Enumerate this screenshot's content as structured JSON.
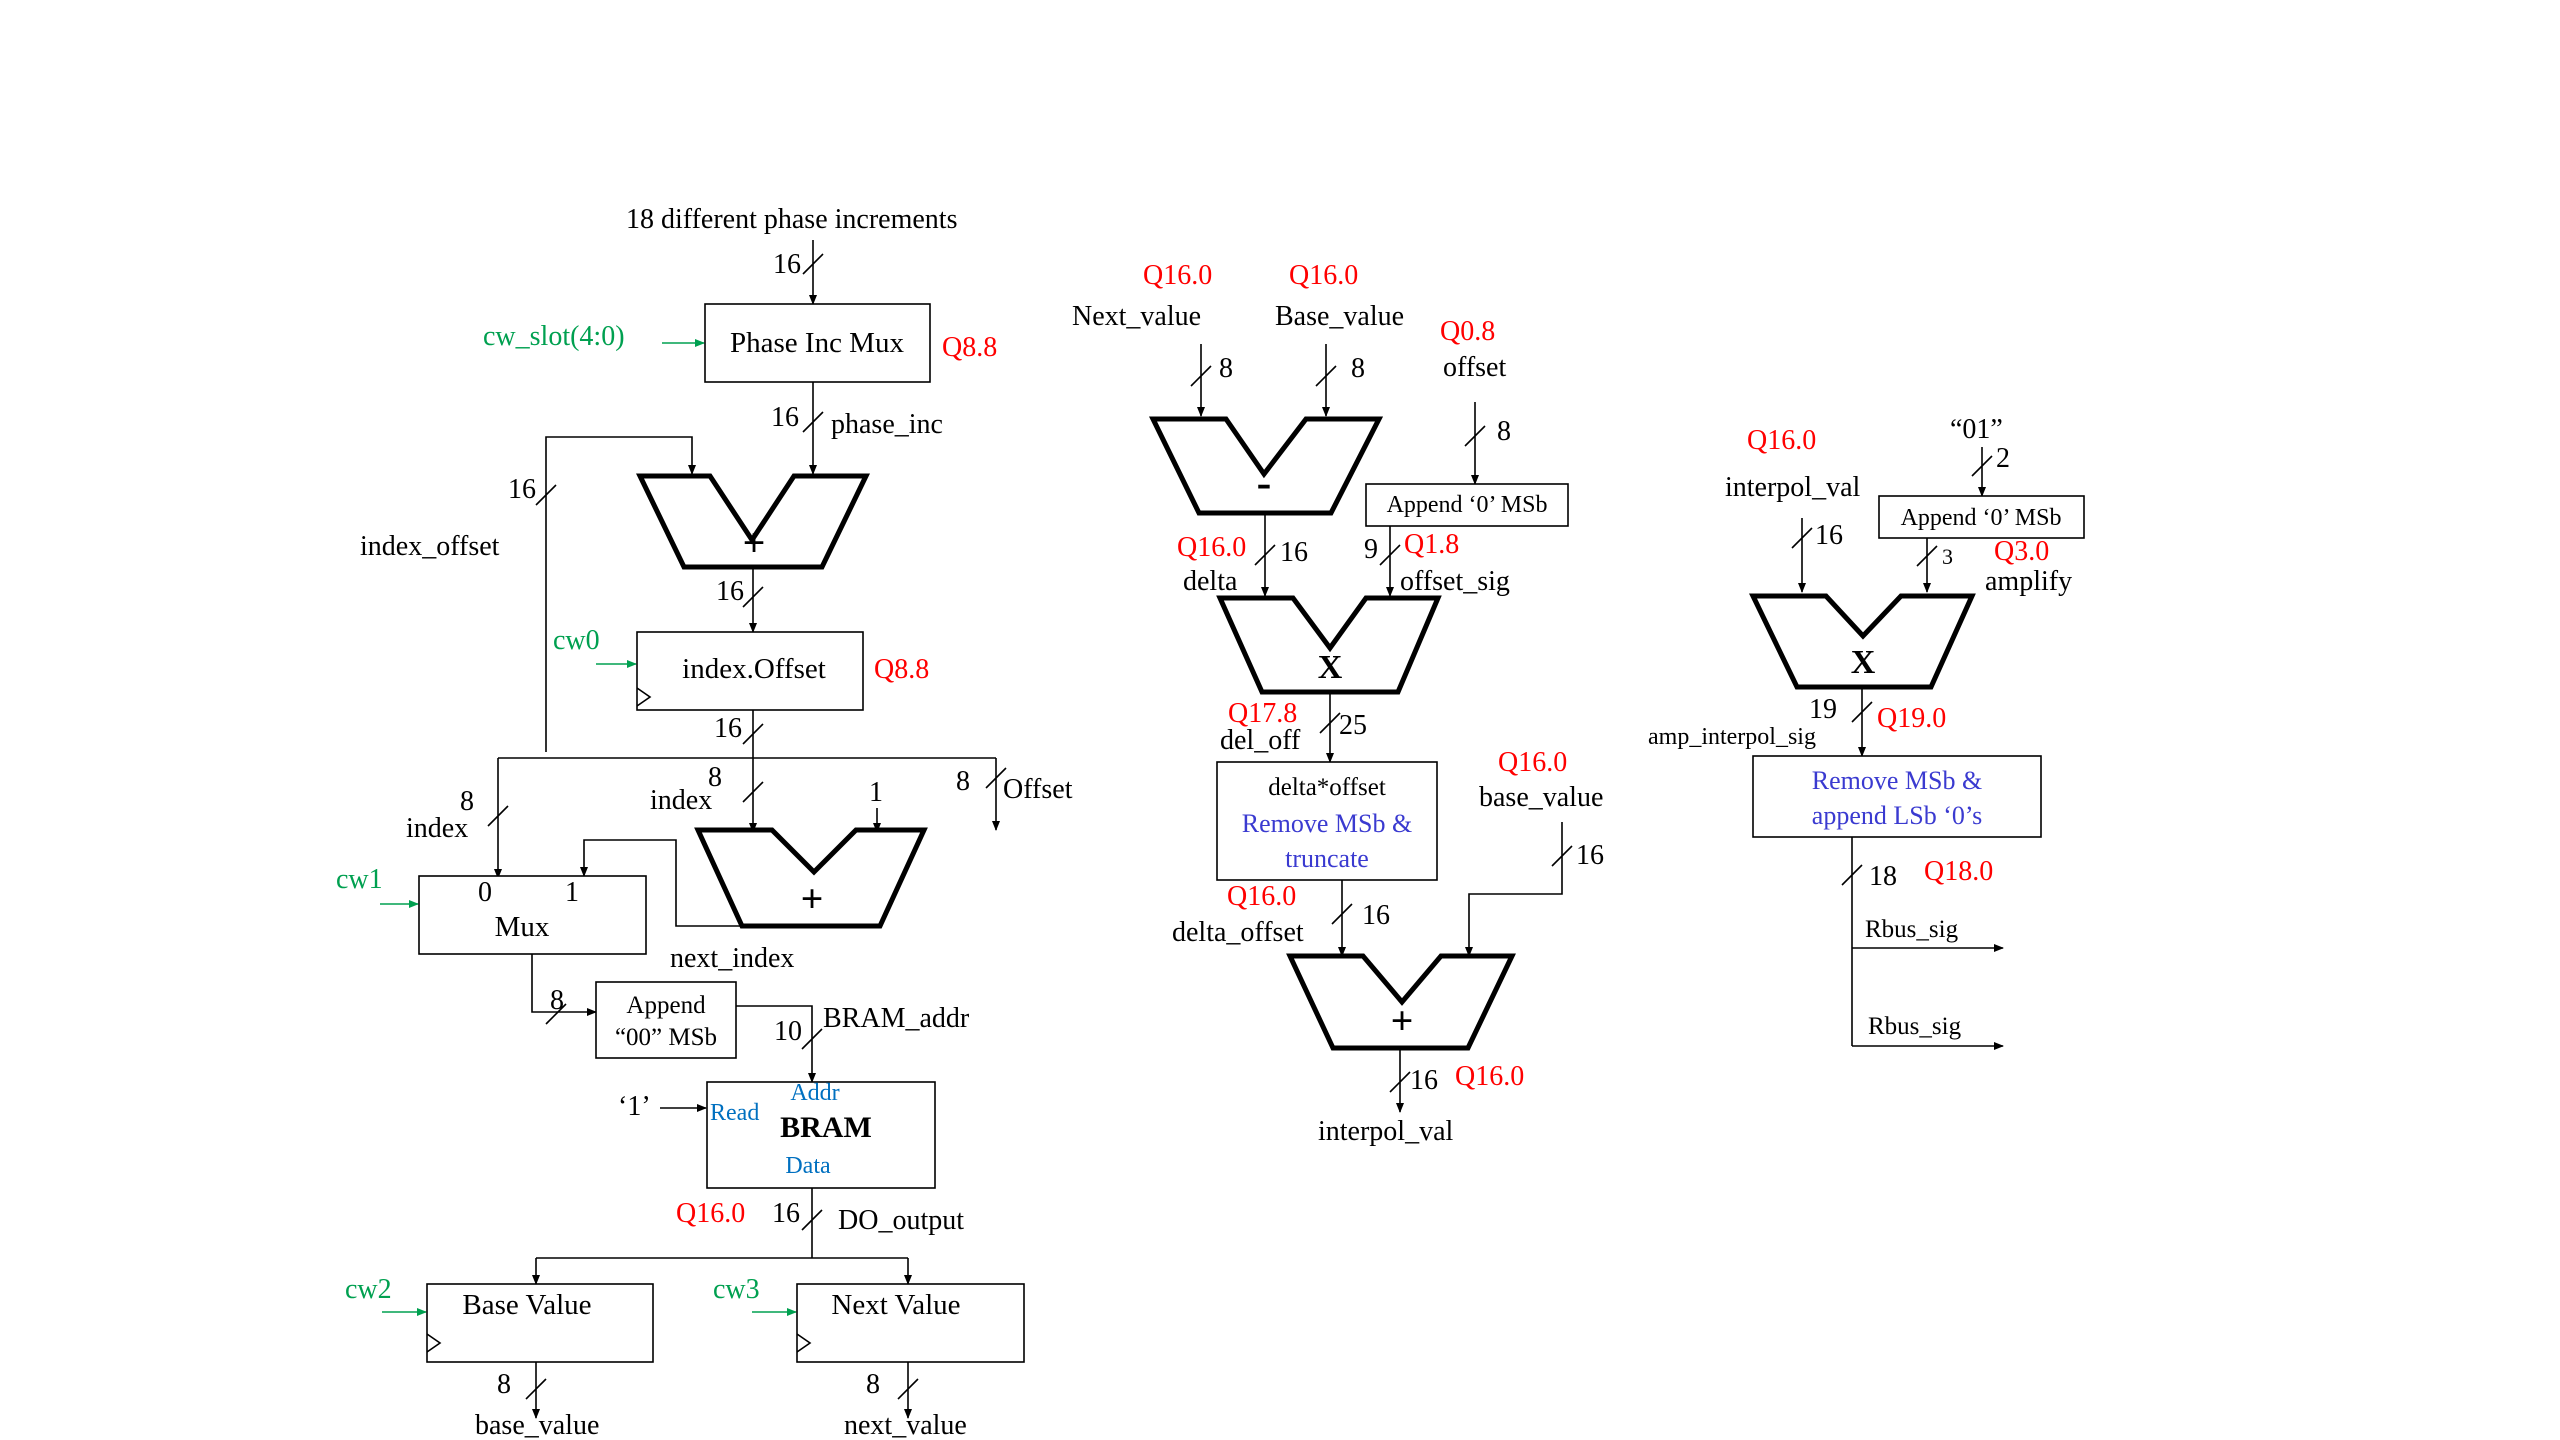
{
  "col1": {
    "phase_title": "18 different phase increments",
    "w16_top": "16",
    "cw_slot": "cw_slot(4:0)",
    "phase_inc_mux": "Phase Inc Mux",
    "q_phase_mux": "Q8.8",
    "w16_phase_inc": "16",
    "phase_inc": "phase_inc",
    "w16_feedback": "16",
    "index_offset": "index_offset",
    "plus": "+",
    "w16_adder_out": "16",
    "cw0": "cw0",
    "index_offset_reg": "index.Offset",
    "q_index_offset": "Q8.8",
    "w16_reg_out": "16",
    "w8_index_left": "8",
    "index_left": "index",
    "w8_index_mid": "8",
    "index_mid": "index",
    "w1": "1",
    "w8_offset": "8",
    "offset_out": "Offset",
    "cw1": "cw1",
    "mux_in0": "0",
    "mux_in1": "1",
    "mux": "Mux",
    "next_index": "next_index",
    "w8_append": "8",
    "append_line1": "Append",
    "append_line2": "“00” MSb",
    "bram_addr": "BRAM_addr",
    "w10": "10",
    "one_in": "‘1’",
    "bram_read": "Read",
    "bram_addr_port": "Addr",
    "bram": "BRAM",
    "bram_data": "Data",
    "q_bram": "Q16.0",
    "w16_do": "16",
    "do_output": "DO_output",
    "cw2": "cw2",
    "base_value_reg": "Base Value",
    "cw3": "cw3",
    "next_value_reg": "Next Value",
    "w8_base": "8",
    "base_value_out": "base_value",
    "w8_next": "8",
    "next_value_out": "next_value"
  },
  "col2": {
    "q_next": "Q16.0",
    "q_base": "Q16.0",
    "next_value": "Next_value",
    "base_value": "Base_value",
    "q_offset": "Q0.8",
    "offset": "offset",
    "w8_a": "8",
    "w8_b": "8",
    "w8_c": "8",
    "minus": "-",
    "append0": "Append ‘0’ MSb",
    "q_delta": "Q16.0",
    "w16_delta": "16",
    "w9": "9",
    "q_offset_sig": "Q1.8",
    "delta": "delta",
    "offset_sig": "offset_sig",
    "mult": "X",
    "q_del_off": "Q17.8",
    "del_off": "del_off",
    "w25": "25",
    "dobox_line1": "delta*offset",
    "dobox_line2": "Remove MSb &",
    "dobox_line3": "truncate",
    "q_base2": "Q16.0",
    "base_value2": "base_value",
    "w16_base2": "16",
    "q_delta_offset": "Q16.0",
    "w16_delta_offset": "16",
    "delta_offset": "delta_offset",
    "plus": "+",
    "w16_out": "16",
    "q_out": "Q16.0",
    "interpol_val": "interpol_val"
  },
  "col3": {
    "q_interpol": "Q16.0",
    "interpol_val": "interpol_val",
    "const01": "“01”",
    "w2": "2",
    "append0": "Append ‘0’ MSb",
    "w16": "16",
    "w3": "3",
    "q_amplify": "Q3.0",
    "amplify": "amplify",
    "mult": "X",
    "w19": "19",
    "amp_interpol_sig": "amp_interpol_sig",
    "q_amp": "Q19.0",
    "rm_line1": "Remove MSb &",
    "rm_line2": "append LSb ‘0’s",
    "w18": "18",
    "q_rbus": "Q18.0",
    "rbus1": "Rbus_sig",
    "rbus2": "Rbus_sig"
  }
}
